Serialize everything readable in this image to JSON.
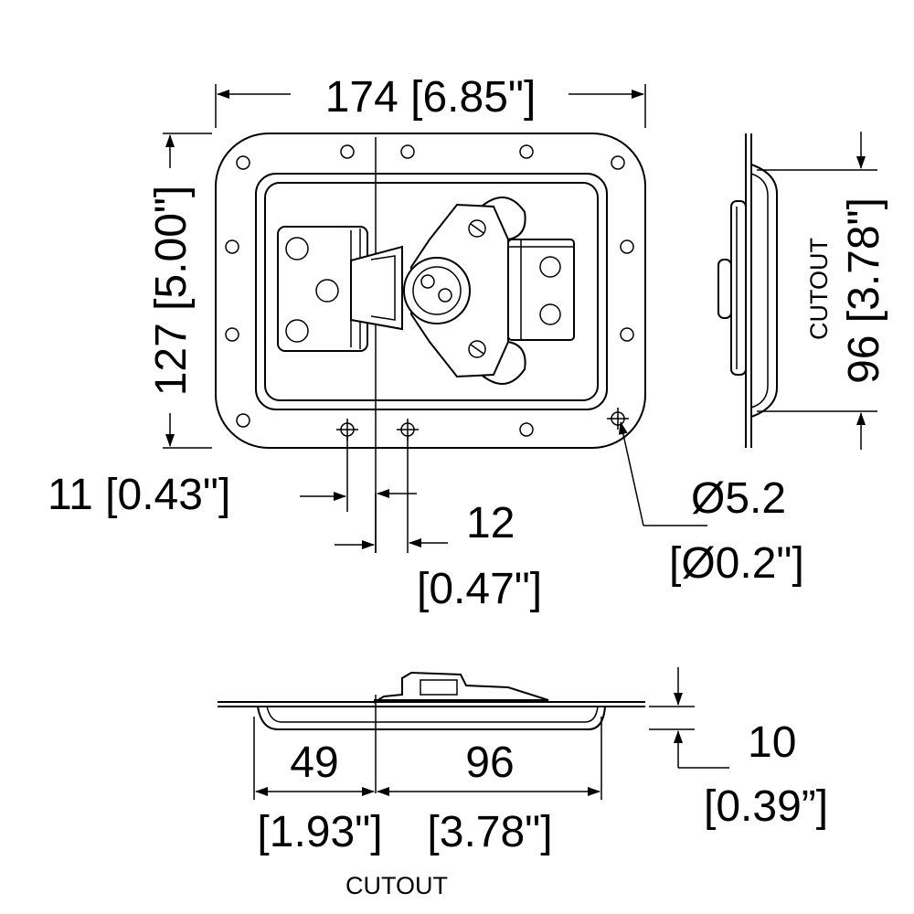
{
  "drawing": {
    "overall_width": "174 [6.85\"]",
    "overall_height": "127 [5.00\"]",
    "cutout_height_value": "96 [3.78\"]",
    "cutout_height_label": "CUTOUT",
    "offset_left": "11 [0.43\"]",
    "offset_right_value": "12",
    "offset_right_inch": "[0.47\"]",
    "hole_diameter_mm": "Ø5.2",
    "hole_diameter_in": "[Ø0.2\"]",
    "depth_value": "10",
    "depth_inch": "[0.39”]",
    "cutout_left_value": "49",
    "cutout_left_inch": "[1.93\"]",
    "cutout_right_value": "96",
    "cutout_right_inch": "[3.78\"]",
    "cutout_bottom_label": "CUTOUT"
  }
}
